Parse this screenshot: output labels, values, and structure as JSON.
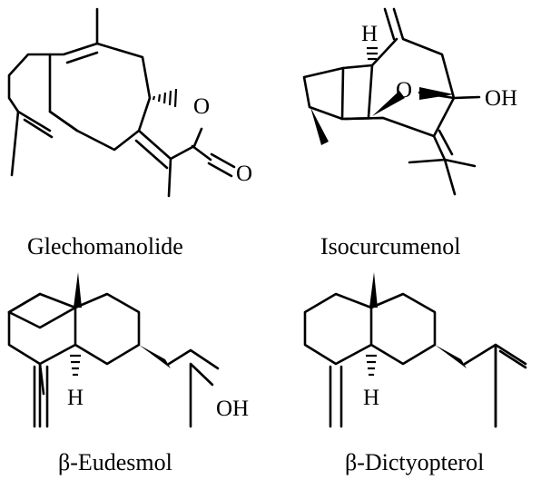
{
  "molecules": [
    {
      "name": "Glechomanolide",
      "atoms": {
        "ring_o": "O",
        "carbonyl_o": "O"
      }
    },
    {
      "name": "Isocurcumenol",
      "atoms": {
        "h": "H",
        "bridge_o": "O",
        "oh": "OH"
      }
    },
    {
      "name": "β-Eudesmol",
      "atoms": {
        "h": "H",
        "oh": "OH"
      }
    },
    {
      "name": "β-Dictyopterol",
      "atoms": {
        "h": "H"
      }
    }
  ]
}
